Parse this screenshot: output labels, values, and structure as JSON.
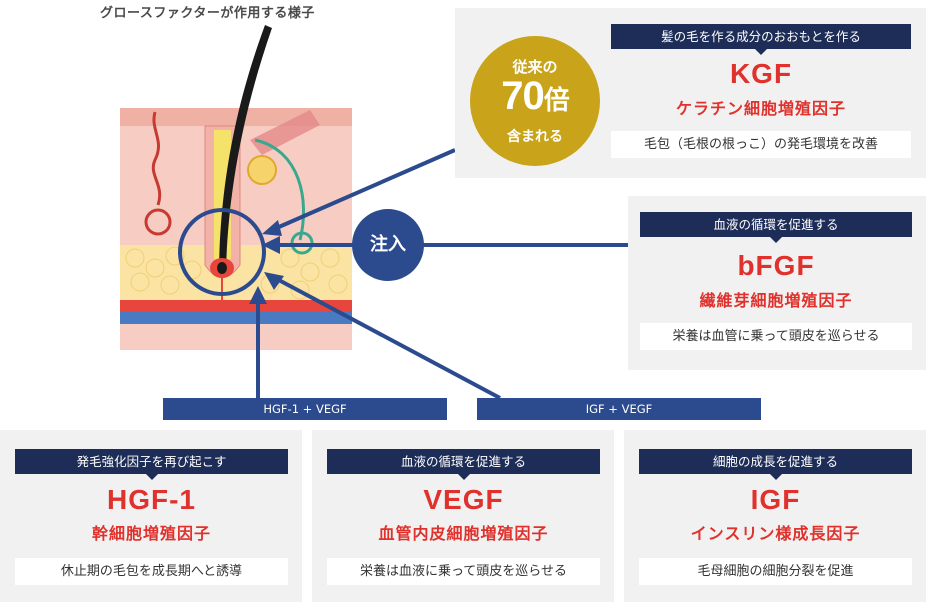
{
  "diagram_title": "グロースファクターが作用する様子",
  "badge": {
    "line1": "従来の",
    "number": "70",
    "unit": "倍",
    "line3": "含まれる"
  },
  "inject_label": "注入",
  "bars": {
    "left": "HGF-1 + VEGF",
    "right": "IGF + VEGF"
  },
  "factors": {
    "kgf": {
      "pill": "髪の毛を作る成分のおおもとを作る",
      "abbr": "KGF",
      "full": "ケラチン細胞増殖因子",
      "desc": "毛包（毛根の根っこ）の発毛環境を改善"
    },
    "bfgf": {
      "pill": "血液の循環を促進する",
      "abbr": "bFGF",
      "full": "繊維芽細胞増殖因子",
      "desc": "栄養は血管に乗って頭皮を巡らせる"
    },
    "hgf": {
      "pill": "発毛強化因子を再び起こす",
      "abbr": "HGF-1",
      "full": "幹細胞増殖因子",
      "desc": "休止期の毛包を成長期へと誘導"
    },
    "vegf": {
      "pill": "血液の循環を促進する",
      "abbr": "VEGF",
      "full": "血管内皮細胞増殖因子",
      "desc": "栄養は血液に乗って頭皮を巡らせる"
    },
    "igf": {
      "pill": "細胞の成長を促進する",
      "abbr": "IGF",
      "full": "インスリン様成長因子",
      "desc": "毛母細胞の細胞分裂を促進"
    }
  },
  "colors": {
    "navy": "#1d2d58",
    "blue": "#2c4b8e",
    "red": "#e0312c",
    "gold": "#c9a31a",
    "card": "#f1f1f1"
  }
}
